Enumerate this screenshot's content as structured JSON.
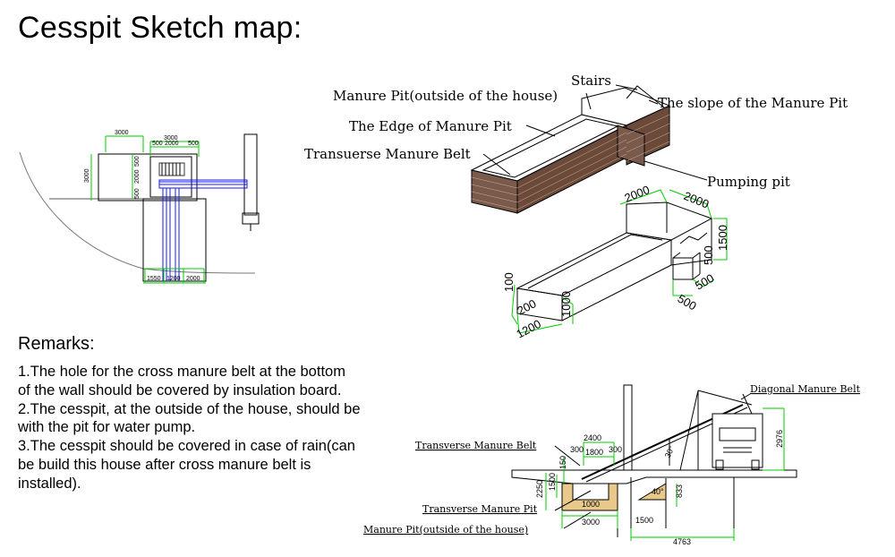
{
  "title": "Cesspit Sketch map:",
  "remarks": {
    "heading": "Remarks:",
    "lines": [
      "1.The hole for the cross manure belt at the bottom",
      "of the wall should be covered by insulation board.",
      "2.The cesspit, at the outside of the house, should be",
      "with the pit for water pump.",
      "3.The cesspit should be covered in case of rain(can",
      "be build this house after cross manure belt is",
      "installed)."
    ]
  },
  "plan": {
    "dims": [
      "3000",
      "3000",
      "500",
      "2000",
      "500",
      "3000",
      "500",
      "2000",
      "500",
      "1550",
      "1200",
      "2000"
    ]
  },
  "iso": {
    "labels": {
      "stairs": "Stairs",
      "manure_pit": "Manure Pit(outside of the house)",
      "slope": "The slope of the Manure Pit",
      "edge": "The Edge of Manure Pit",
      "belt": "Transuerse Manure Belt",
      "pumping": "Pumping pit"
    },
    "dims": [
      "2000",
      "2000",
      "1500",
      "500",
      "500",
      "500",
      "100",
      "200",
      "1000",
      "1200"
    ]
  },
  "section": {
    "labels": {
      "diagonal": "Diagonal Manure Belt",
      "transverse": "Transverse Manure Belt",
      "transverse_pit": "Transverse Manure Pit",
      "manure_pit": "Manure Pit(outside of the house)"
    },
    "dims": [
      "2400",
      "1800",
      "300",
      "300",
      "150",
      "2250",
      "1500",
      "1000",
      "3000",
      "30°",
      "40°",
      "833",
      "1500",
      "4763",
      "2976"
    ]
  },
  "colors": {
    "dim_green": "#00cc00",
    "belt_blue": "#1a1aee",
    "pit_fill": "#e8c98a",
    "line": "#000000"
  }
}
